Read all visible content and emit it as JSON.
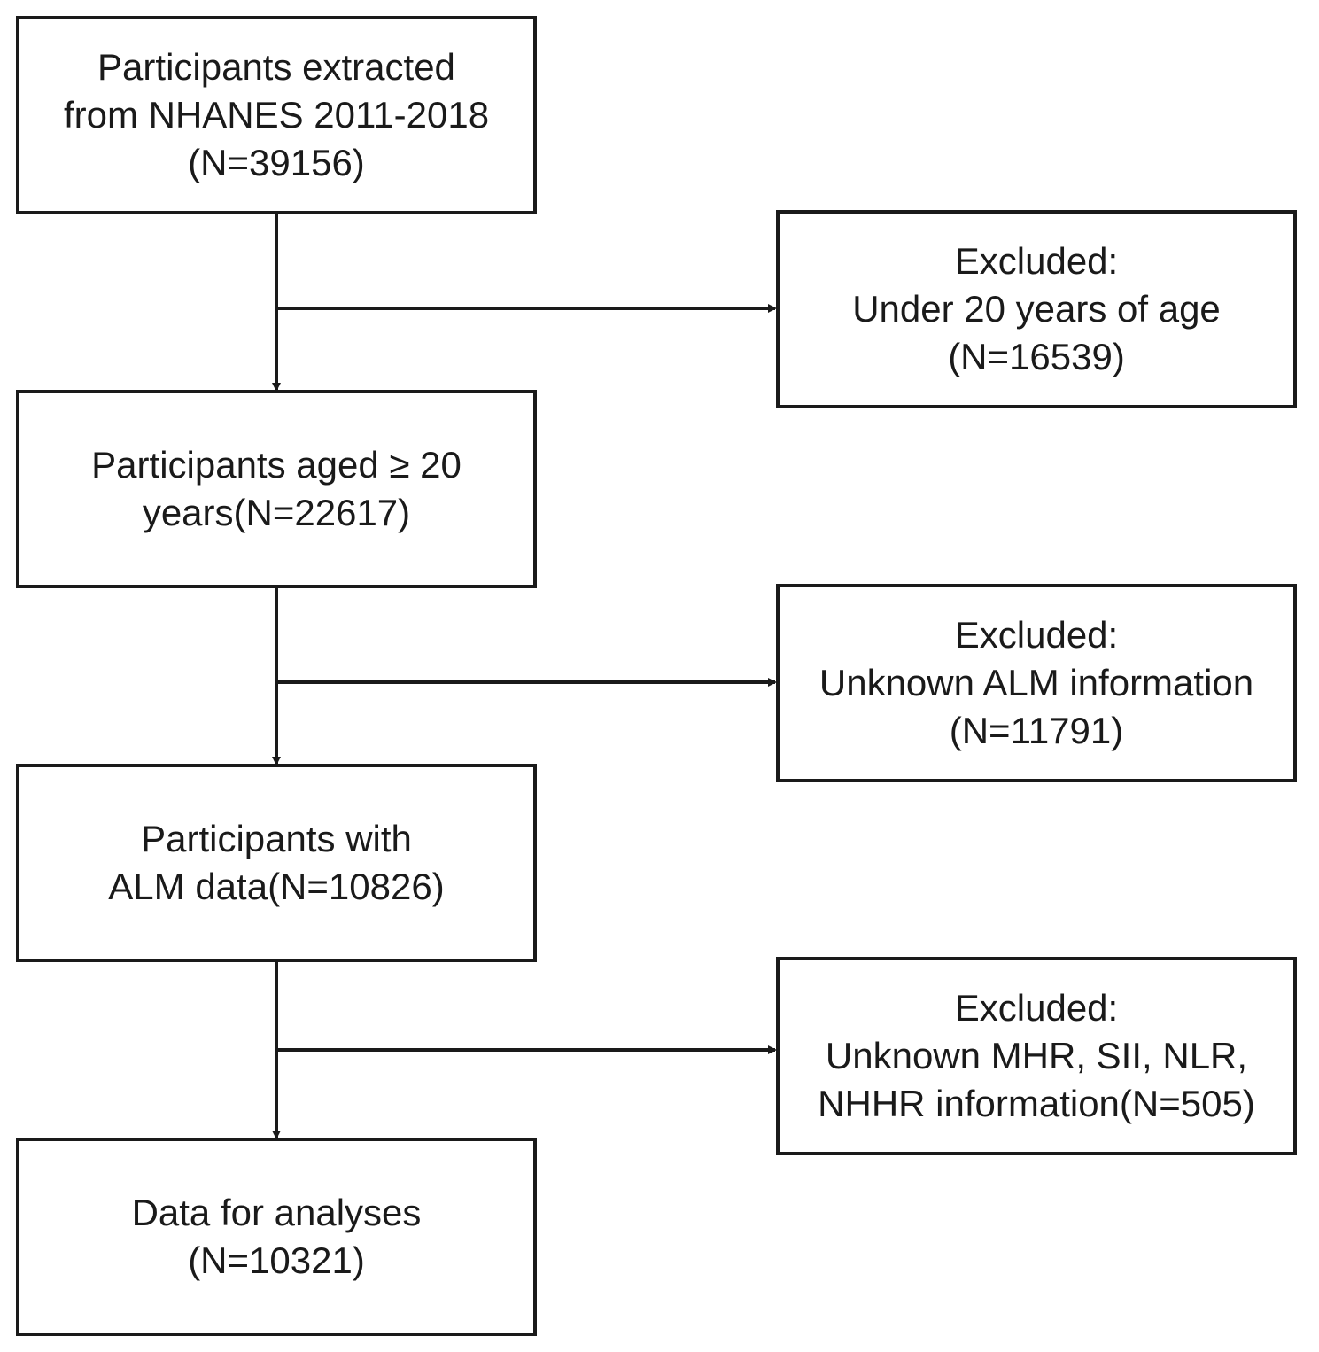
{
  "diagram": {
    "main_steps": [
      {
        "text": "Participants extracted\nfrom NHANES 2011-2018\n(N=39156)"
      },
      {
        "text": "Participants aged ≥ 20\nyears(N=22617)"
      },
      {
        "text": "Participants with\nALM data(N=10826)"
      },
      {
        "text": "Data for analyses\n(N=10321)"
      }
    ],
    "exclusions": [
      {
        "text": "Excluded:\nUnder 20 years of age\n(N=16539)"
      },
      {
        "text": "Excluded:\nUnknown  ALM information\n(N=11791)"
      },
      {
        "text": "Excluded:\nUnknown MHR, SII, NLR,\nNHHR information(N=505)"
      }
    ],
    "colors": {
      "stroke": "#1a1a1a",
      "background": "#ffffff"
    }
  }
}
